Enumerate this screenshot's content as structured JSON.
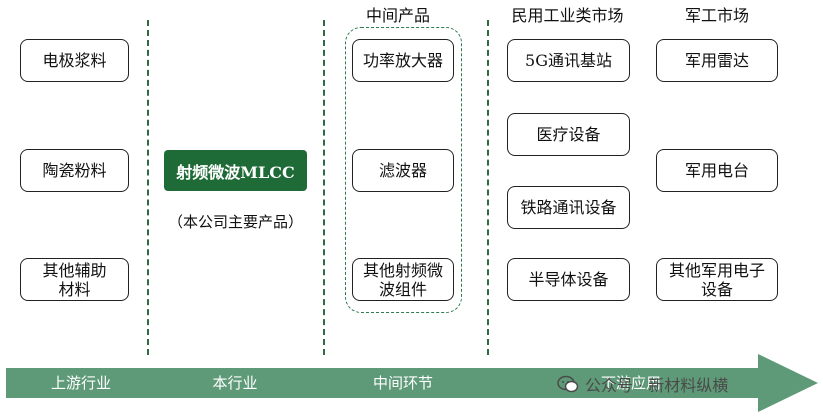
{
  "headers": {
    "midstream": "中间产品",
    "civil_market": "民用工业类市场",
    "military_market": "军工市场"
  },
  "upstream": {
    "electrode_paste": "电极浆料",
    "ceramic_powder": "陶瓷粉料",
    "other_aux_materials": "其他辅助材料"
  },
  "company": {
    "product": "射频微波MLCC",
    "note": "（本公司主要产品）"
  },
  "midstream_products": {
    "power_amplifier": "功率放大器",
    "filter": "滤波器",
    "rf_components": "其他射频微波组件"
  },
  "civil_apps": {
    "base_station_5g": "5G通讯基站",
    "medical": "医疗设备",
    "railway_comm": "铁路通讯设备",
    "semiconductor": "半导体设备"
  },
  "military_apps": {
    "radar": "军用雷达",
    "radio": "军用电台",
    "other_electronics": "其他军用电子设备"
  },
  "stages": {
    "upstream": "上游行业",
    "industry": "本行业",
    "midstream": "中间环节",
    "downstream": "下游应用"
  },
  "watermark": "公众号 · 新材料纵横",
  "colors": {
    "arrow": "#5e9a77",
    "core_box": "#1f6b37",
    "dash_line": "#2e6b45"
  }
}
